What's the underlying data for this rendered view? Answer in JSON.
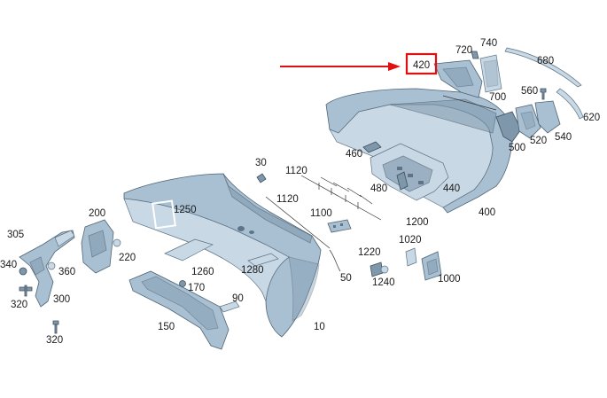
{
  "diagram": {
    "highlighted_part": "420",
    "highlight_color": "#e01010",
    "arrow_color": "#e01010",
    "part_color": "#a9c0d3",
    "labels": {
      "p720": "720",
      "p740": "740",
      "p420": "420",
      "p680": "680",
      "p700": "700",
      "p560": "560",
      "p620": "620",
      "p500": "500",
      "p520": "520",
      "p540": "540",
      "p460": "460",
      "p30": "30",
      "p1120a": "1120",
      "p1120b": "1120",
      "p480": "480",
      "p440": "440",
      "p1250": "1250",
      "p200": "200",
      "p1100": "1100",
      "p1200": "1200",
      "p400": "400",
      "p305": "305",
      "p220": "220",
      "p1020": "1020",
      "p340": "340",
      "p360": "360",
      "p1260": "1260",
      "p1220": "1220",
      "p1280": "1280",
      "p50": "50",
      "p1240": "1240",
      "p1000": "1000",
      "p170": "170",
      "p320a": "320",
      "p300": "300",
      "p90": "90",
      "p150": "150",
      "p10": "10",
      "p320b": "320"
    }
  }
}
